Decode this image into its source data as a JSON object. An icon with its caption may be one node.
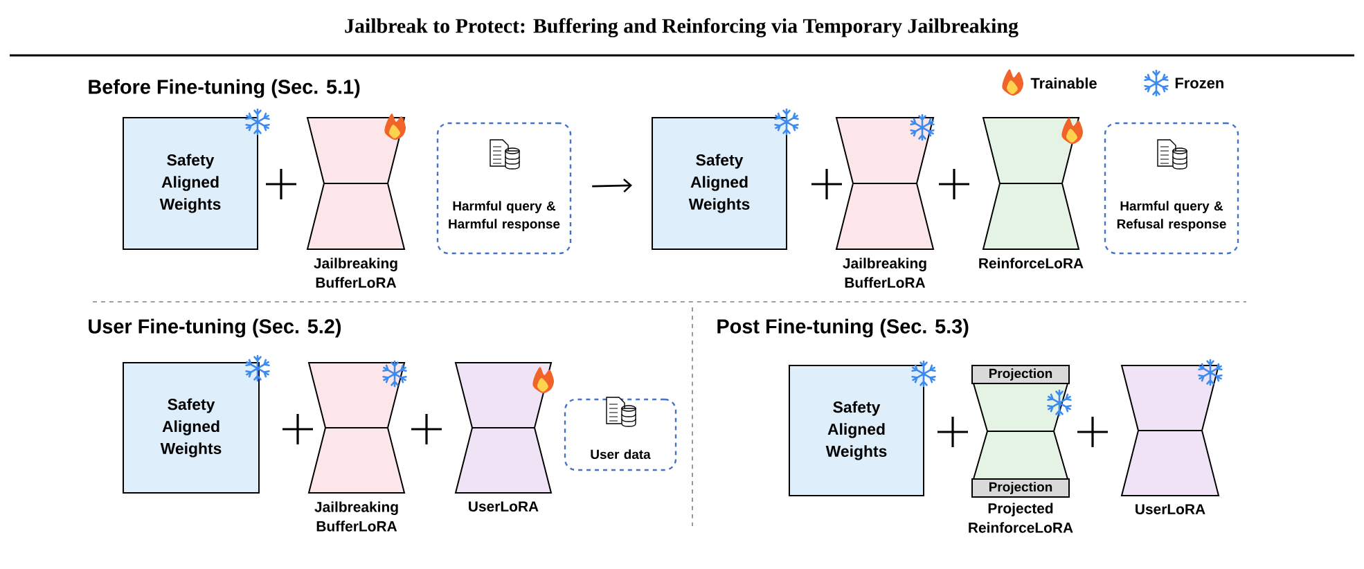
{
  "diagram": {
    "title": "Jailbreak to Protect: Buffering and Reinforcing via Temporary Jailbreaking",
    "nodes": [
      {
        "text": [
          "Safety Aligned Weights"
        ]
      },
      {
        "text": [
          "Jailbreaking BufferLoRA"
        ]
      },
      {
        "text": [
          "Harmful query & Harmful response"
        ]
      },
      {
        "text": [
          "Safety Aligned Weights"
        ]
      },
      {
        "text": [
          "Jailbreaking BufferLoRA"
        ]
      },
      {
        "text": [
          "ReinforceLoRA"
        ]
      },
      {
        "text": [
          "Harmful query & Refusal response"
        ]
      },
      {
        "text": [
          "Safety Aligned Weights"
        ]
      },
      {
        "text": [
          "Jailbreaking BufferLoRA"
        ]
      },
      {
        "text": [
          "UserLoRA"
        ]
      },
      {
        "text": [
          "User data"
        ]
      },
      {
        "text": [
          "Safety Aligned Weights"
        ]
      },
      {
        "text": [
          "Projected ReinforceLoRA"
        ]
      },
      {
        "text": [
          "Projection"
        ],
        "in": 12
      },
      {
        "text": [
          "Projection"
        ],
        "in": 12
      },
      {
        "text": [
          "UserLoRA"
        ]
      }
    ],
    "edges": [
      {
        "from": 2,
        "to": 3,
        "arrow": "to"
      }
    ],
    "labels": [
      "Before Fine-tuning (Sec. 5.1)",
      "User Fine-tuning (Sec. 5.2)",
      "Post Fine-tuning (Sec. 5.3)"
    ],
    "legend": [
      {
        "text": "Trainable"
      },
      {
        "text": "Frozen"
      }
    ]
  }
}
